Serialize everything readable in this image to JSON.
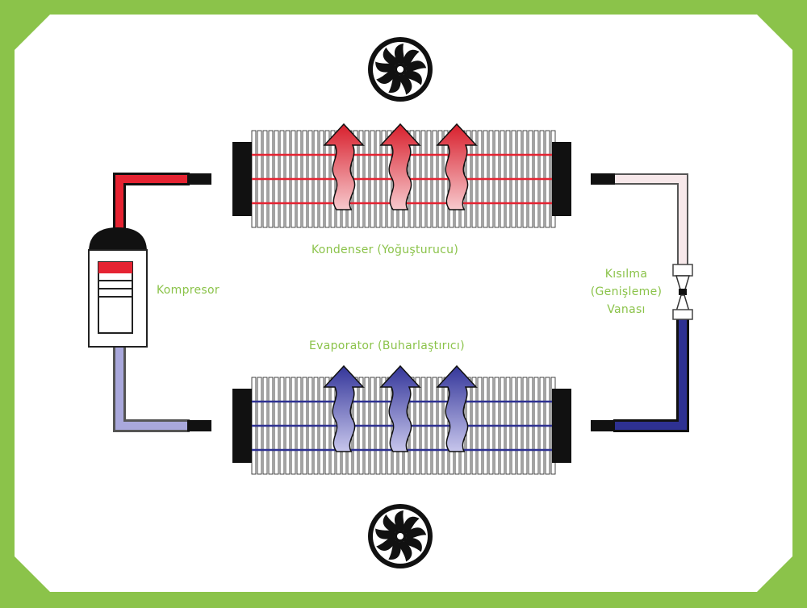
{
  "labels": {
    "condenser": "Kondenser (Yoğuşturucu)",
    "evaporator": "Evaporator (Buharlaştırıcı)",
    "compressor": "Kompresor",
    "valve_line1": "Kısılma",
    "valve_line2": "(Genişleme)",
    "valve_line3": "Vanası"
  },
  "colors": {
    "frame": "#8bc34a",
    "background": "#ffffff",
    "label": "#8bc34a",
    "hot": "#e52332",
    "hot_light": "#f3a0a6",
    "warm_pipe": "#f7e8ea",
    "cold": "#2e3192",
    "cold_light": "#a9a8dc",
    "dark": "#111111"
  },
  "icons": {
    "fan_top": "fan-icon",
    "fan_bottom": "fan-icon",
    "heat_out_arrows": "wavy-up-arrow-icon",
    "heat_in_arrows": "wavy-up-arrow-icon"
  }
}
